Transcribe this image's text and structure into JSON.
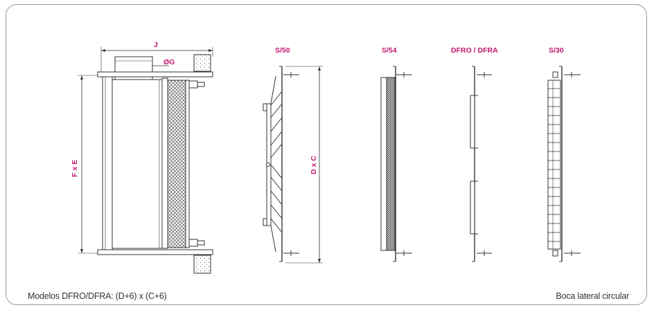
{
  "labels": {
    "dim_j": "J",
    "dim_g": "ØG",
    "dim_fxe": "F x E",
    "dim_dxc": "D x C",
    "model_s50": "S/50",
    "model_s54": "S/54",
    "model_dfro": "DFRO / DFRA",
    "model_s30": "S/30"
  },
  "footer": {
    "left": "Modelos DFRO/DFRA: (D+6) x (C+6)",
    "right": "Boca lateral circular"
  },
  "colors": {
    "accent": "#c2166e",
    "line": "#333333",
    "frame": "#9a9a9a"
  }
}
